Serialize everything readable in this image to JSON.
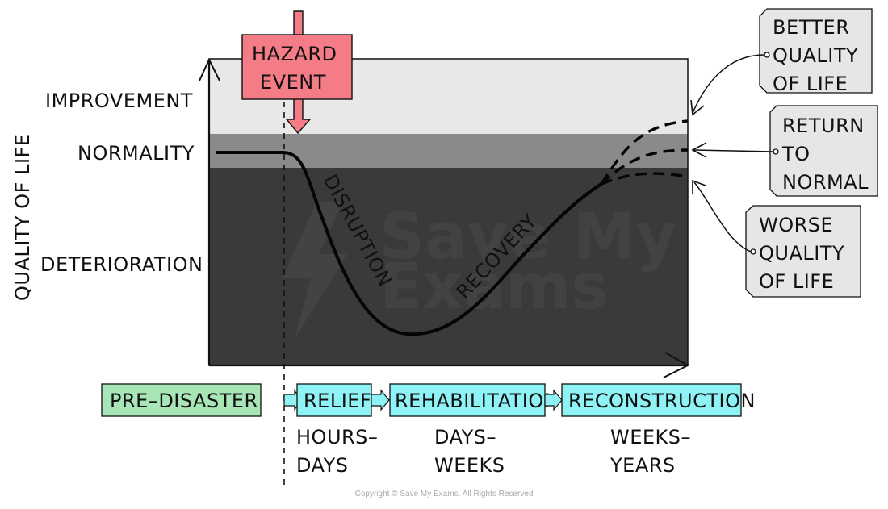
{
  "axis": {
    "y_label": "QUALITY OF LIFE"
  },
  "levels": {
    "improvement": "IMPROVEMENT",
    "normality": "NORMALITY",
    "deterioration": "DETERIORATION"
  },
  "hazard": {
    "line1": "HAZARD",
    "line2": "EVENT",
    "color": "#f47c87"
  },
  "curve_labels": {
    "disruption": "DISRUPTION",
    "recovery": "RECOVERY"
  },
  "outcomes": {
    "better": [
      "BETTER",
      "QUALITY",
      "OF LIFE"
    ],
    "normal": [
      "RETURN",
      "TO",
      "NORMAL"
    ],
    "worse": [
      "WORSE",
      "QUALITY",
      "OF LIFE"
    ]
  },
  "phases": {
    "pre_disaster": "PRE–DISASTER",
    "relief": "RELIEF",
    "rehabilitation": "REHABILITATION",
    "reconstruction": "RECONSTRUCTION",
    "pre_color": "#a8e6b8",
    "phase_color": "#8ff3f6"
  },
  "durations": {
    "relief": [
      "HOURS–",
      "DAYS"
    ],
    "rehabilitation": [
      "DAYS–",
      "WEEKS"
    ],
    "reconstruction": [
      "WEEKS–",
      "YEARS"
    ]
  },
  "zones": {
    "improvement_color": "#e8e8e8",
    "normality_color": "#8a8a8a",
    "deterioration_color": "#3a3a3a"
  },
  "watermark": {
    "line1": "Save My",
    "line2": "Exams"
  },
  "copyright": "Copyright © Save My Exams. All Rights Reserved"
}
